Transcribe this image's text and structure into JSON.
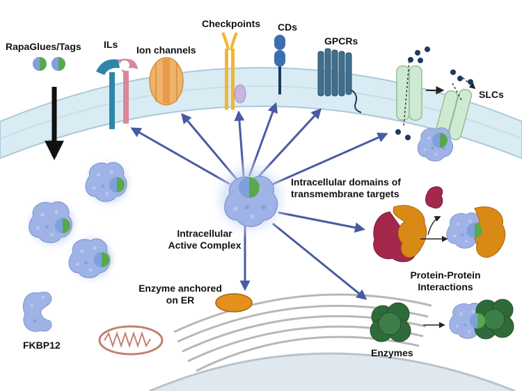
{
  "labels": {
    "rapaglues": "RapaGlues/Tags",
    "ils": "ILs",
    "ion_channels": "Ion channels",
    "checkpoints": "Checkpoints",
    "cds": "CDs",
    "gpcrs": "GPCRs",
    "slcs": "SLCs",
    "intracellular_domains_line1": "Intracellular domains of",
    "intracellular_domains_line2": "transmembrane targets",
    "active_complex_line1": "Intracellular",
    "active_complex_line2": "Active Complex",
    "ppi_line1": "Protein-Protein",
    "ppi_line2": "Interactions",
    "enzyme_er_line1": "Enzyme anchored",
    "enzyme_er_line2": "on ER",
    "fkbp12": "FKBP12",
    "enzymes": "Enzymes"
  },
  "colors": {
    "membrane": "#d9ebf3",
    "membrane_edge": "#a9c9dc",
    "fkbp12_blue": "#9fb3e6",
    "ligand_green": "#5aa84e",
    "glow_blue": "#c9d6f5",
    "arrow_blue": "#4a5aa3",
    "arrow_black": "#111111",
    "enzyme_dark_green": "#2f6b3a",
    "partner_orange": "#d88a14",
    "partner_crimson": "#a3284b",
    "er_orange": "#e4901c",
    "il_teal": "#2e86a8",
    "il_pink": "#d9879a",
    "ion_orange": "#f0b36a",
    "checkpoint_yellow": "#f2b630",
    "cd_blue": "#3d6fb0",
    "gpcr_blue": "#3e6f8e",
    "slc_green": "#cfead2",
    "dots_navy": "#1d3a5c"
  }
}
